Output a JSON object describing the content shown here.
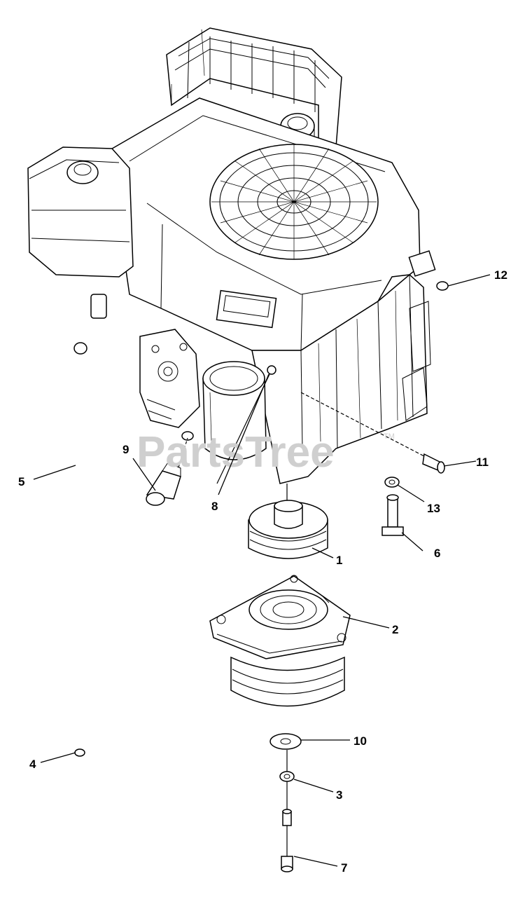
{
  "watermark": {
    "text": "PartsTree",
    "mark": "TM"
  },
  "callouts": [
    {
      "id": "1",
      "label": "1"
    },
    {
      "id": "2",
      "label": "2"
    },
    {
      "id": "3",
      "label": "3"
    },
    {
      "id": "4",
      "label": "4"
    },
    {
      "id": "5",
      "label": "5"
    },
    {
      "id": "6",
      "label": "6"
    },
    {
      "id": "7",
      "label": "7"
    },
    {
      "id": "8",
      "label": "8"
    },
    {
      "id": "9",
      "label": "9"
    },
    {
      "id": "10",
      "label": "10"
    },
    {
      "id": "11",
      "label": "11"
    },
    {
      "id": "12",
      "label": "12"
    },
    {
      "id": "13",
      "label": "13"
    }
  ]
}
